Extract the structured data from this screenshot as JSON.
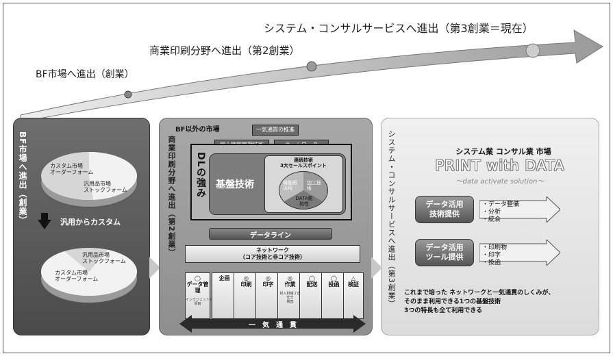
{
  "banner": {
    "stage1": "BF市場へ進出（創業）",
    "stage2": "商業印刷分野へ進出（第2創業）",
    "stage3": "システム・コンサルサービスへ進出（第3創業＝現在）"
  },
  "panel1": {
    "title": "BF市場へ進出（創業）",
    "pie_top": {
      "custom": "カスタム市場\nオーダーフォーム",
      "general": "汎用品市場\nストックフォーム"
    },
    "transition": "汎用からカスタム",
    "pie_bottom": {
      "general": "汎用品市場\nストックフォーム",
      "custom": "カスタム市場\nオーダーフォーム"
    }
  },
  "panel2": {
    "title": "BF以外の市場",
    "vertical": "商業印刷分野へ進出（第2創業）",
    "top_tag": "一気通貫の推進",
    "tags": [
      "個人情報管理技術",
      "ネットワーク"
    ],
    "dl_strength": "DLの強み",
    "core_tech": "基盤技術",
    "core_points_title": "連続技術\n3大セールスポイント",
    "core_points": [
      "機能紙活用",
      "加工技術",
      "DATA親和性"
    ],
    "dataline": "データライン",
    "network": "ネットワーク\n（コア技術と非コア技術）",
    "functions": [
      {
        "icon": "◯",
        "label": "データ管理",
        "sub": "インクジェット分析検索\n項目"
      },
      {
        "icon": "",
        "label": "企画",
        "sub": ""
      },
      {
        "icon": "◎",
        "label": "印刷",
        "sub": ""
      },
      {
        "icon": "◎",
        "label": "印字",
        "sub": ""
      },
      {
        "icon": "◎",
        "label": "作業",
        "sub": "封入封緘丁合\n仕分\n検査"
      },
      {
        "icon": "◯",
        "label": "配送",
        "sub": ""
      },
      {
        "icon": "◯",
        "label": "投函",
        "sub": ""
      },
      {
        "icon": "△",
        "label": "検証",
        "sub": ""
      }
    ],
    "bottom_bar": "一　気　通　貫"
  },
  "panel3": {
    "vertical": "システム・コンサルサービスへ進出（第3創業）",
    "market": "システム業 コンサル業 市場",
    "print_with_data": "PRINT with DATA",
    "tagline": "〜data activate solution〜",
    "service1": {
      "title": "データ活用\n技術提供",
      "items": [
        "・データ整備",
        "・分析",
        "・統合"
      ]
    },
    "service2": {
      "title": "データ活用\nツール提供",
      "items": [
        "・印刷物",
        "・印字",
        "・投函"
      ]
    },
    "summary": "これまで培った ネットワークと一気通貫のしくみが、\nそのまま利用できる1つの基盤技術\n3つの特長も全て利用できる"
  }
}
